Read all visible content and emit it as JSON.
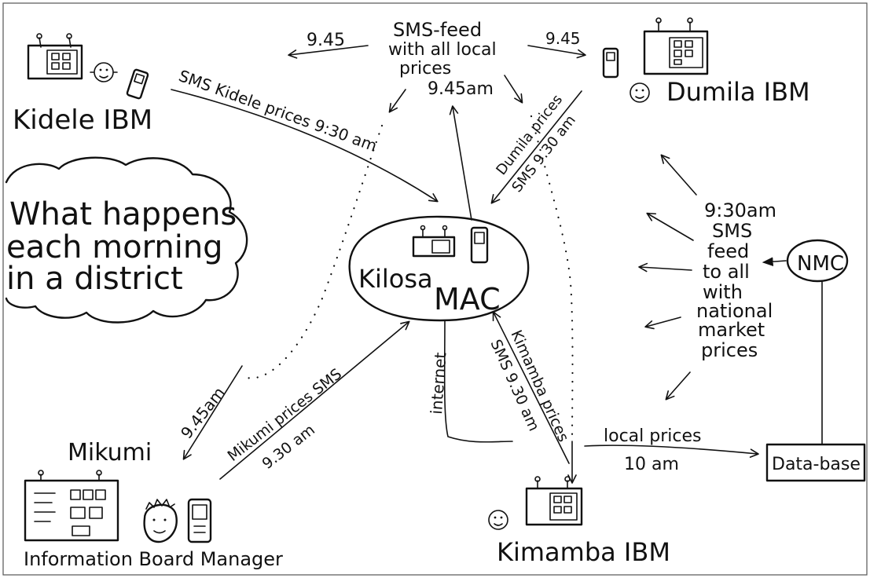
{
  "cloud_text": [
    "What happens",
    "each morning",
    "in a district"
  ],
  "nodes": {
    "kidele": "Kidele IBM",
    "dumila": "Dumila IBM",
    "kilosa": "Kilosa",
    "mac": "MAC",
    "mikumi": "Mikumi",
    "info_board_manager": "Information Board Manager",
    "kimamba": "Kimamba IBM",
    "nmc": "NMC",
    "database": "Data-base"
  },
  "labels": {
    "sms_feed": [
      "SMS-feed",
      "with all local",
      "prices",
      "9.45am"
    ],
    "time_left": "9.45",
    "time_right": "9.45",
    "sms_kidele": "SMS Kidele prices 9:30 am",
    "dumila_prices": [
      "Dumila prices",
      "SMS 9.30 am"
    ],
    "nmc_feed": [
      "9:30am",
      "SMS",
      "feed",
      "to all",
      "with",
      "national",
      "market",
      "prices"
    ],
    "mikumi_time": "9.45am",
    "mikumi_prices": [
      "Mikumi prices SMS",
      "9.30 am"
    ],
    "internet": "internet",
    "kimamba_prices": [
      "Kimamba prices",
      "SMS 9.30 am"
    ],
    "local_prices": [
      "local prices",
      "10 am"
    ]
  },
  "colors": {
    "ink": "#111111",
    "paper": "#ffffff",
    "border": "#555555"
  }
}
